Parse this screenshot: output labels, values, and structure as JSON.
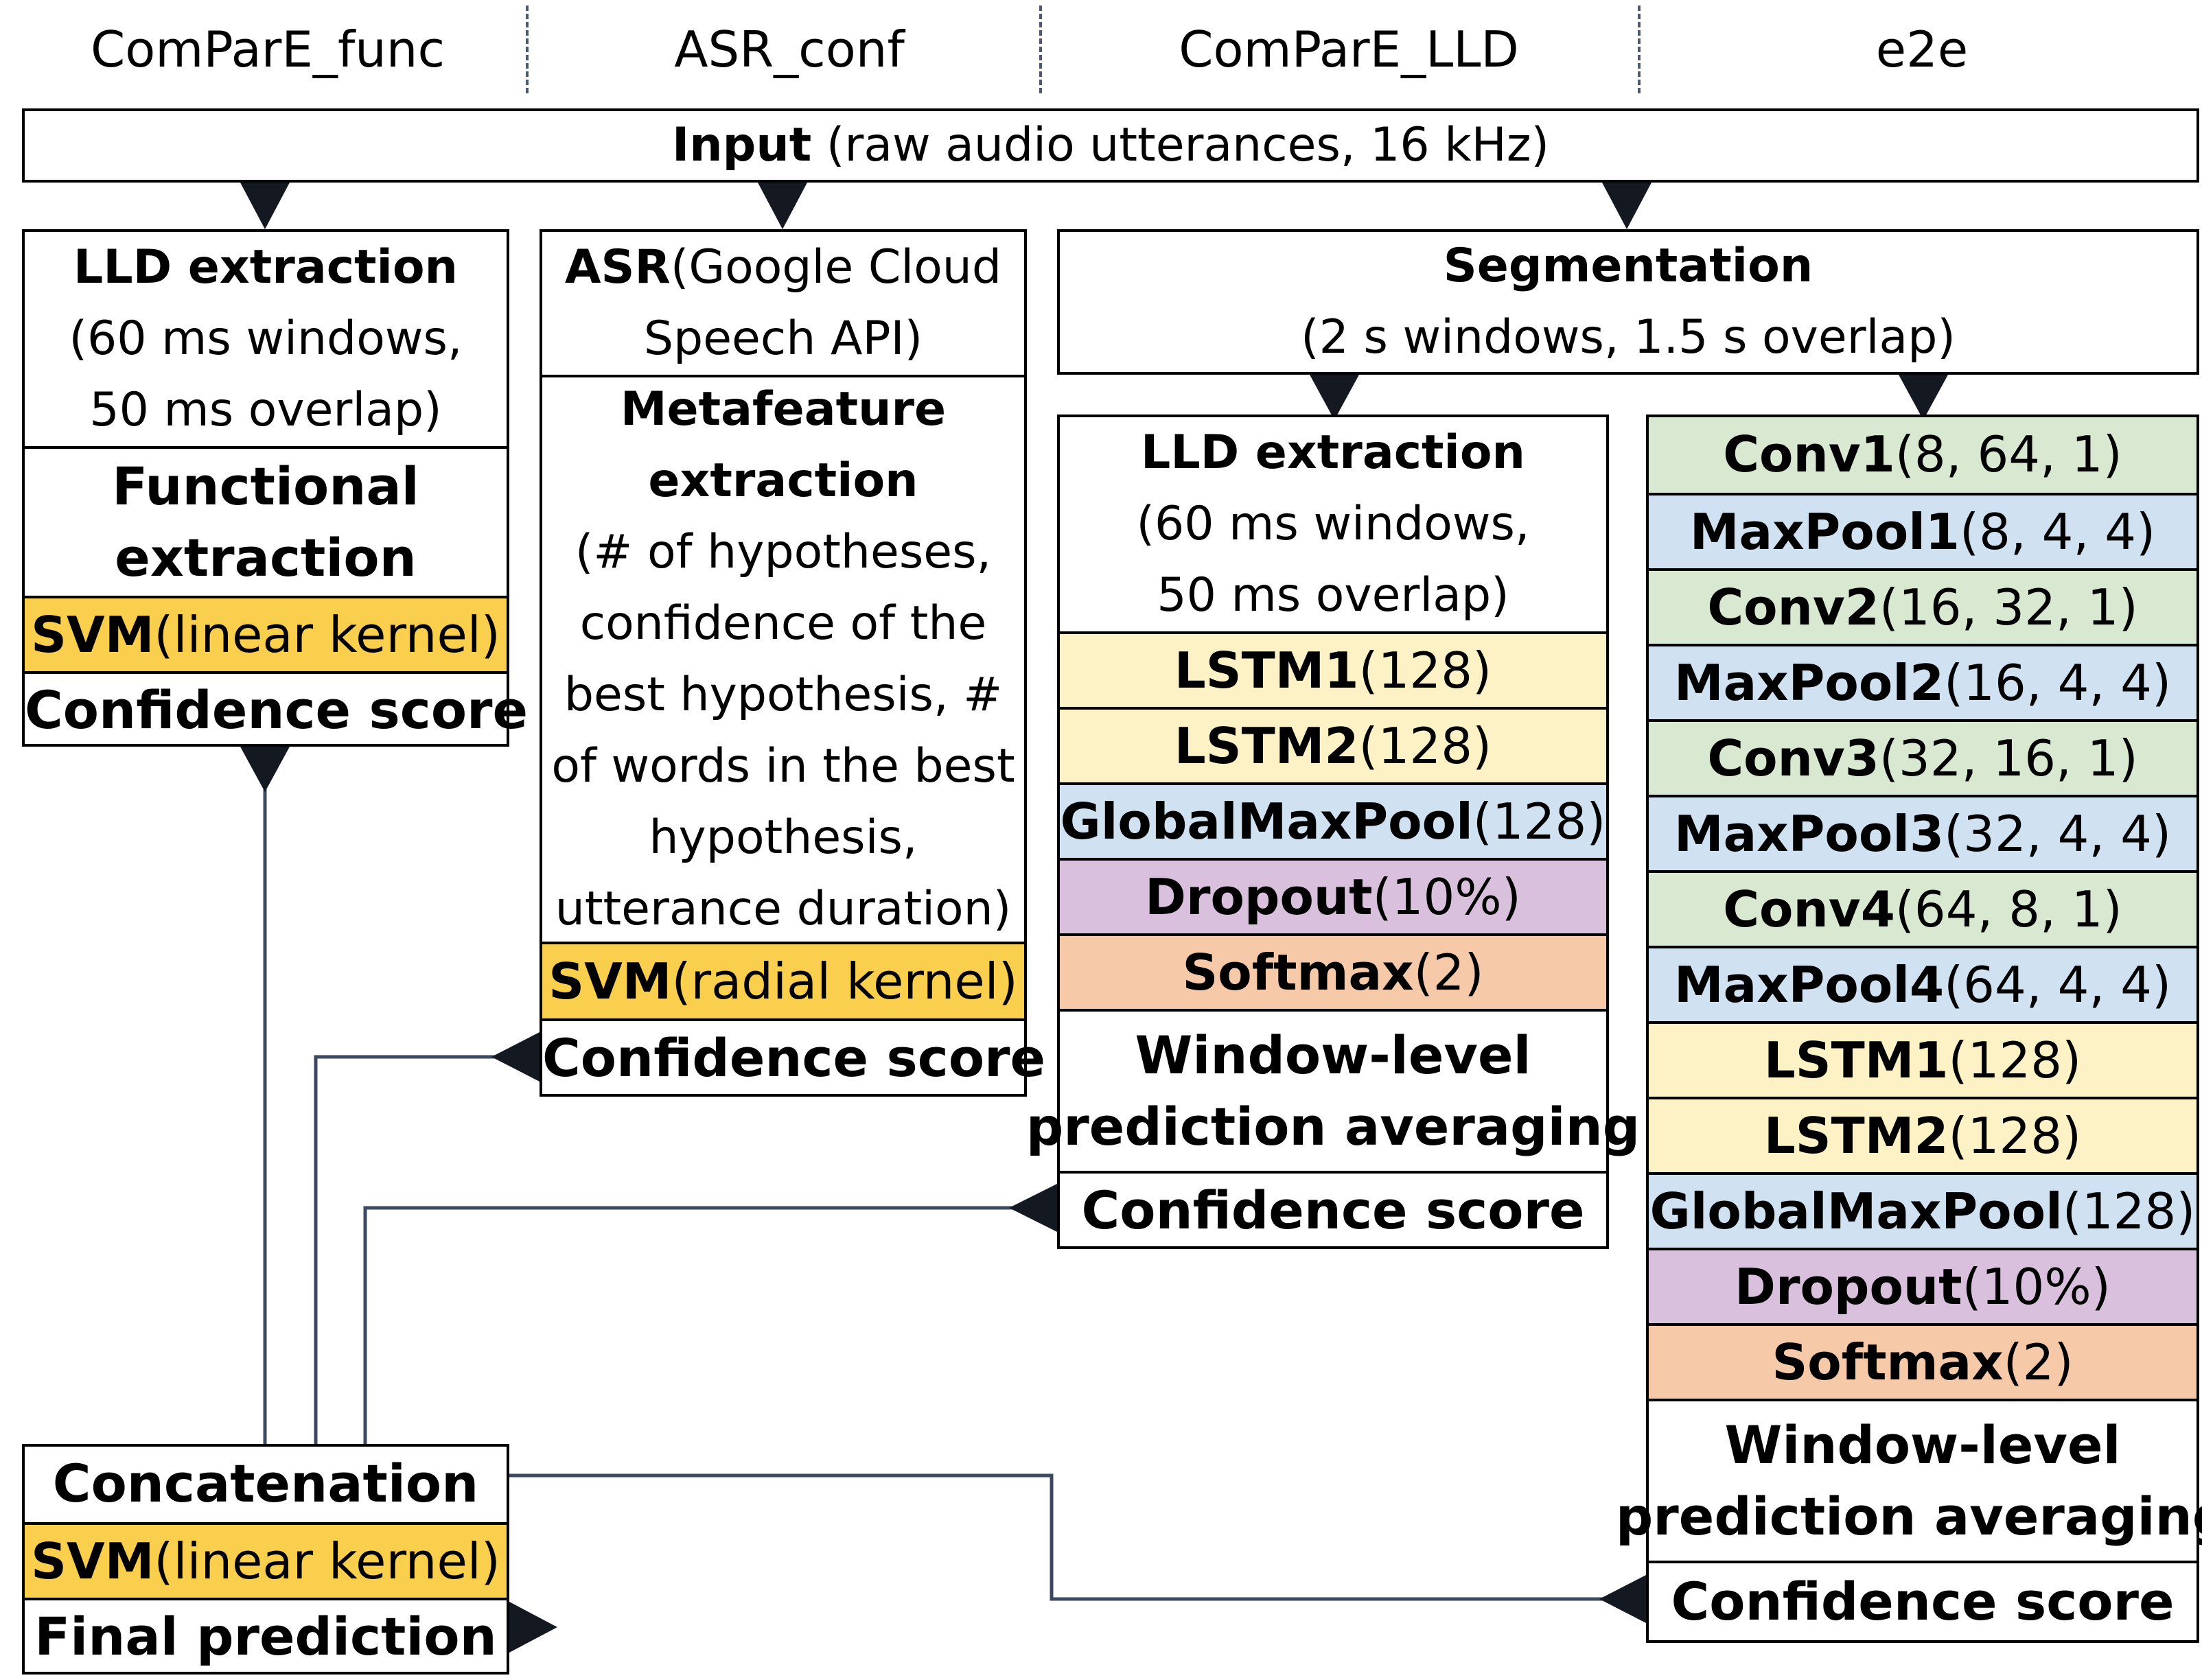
{
  "columns": {
    "func": "ComParE_func",
    "asr": "ASR_conf",
    "lld": "ComParE_LLD",
    "e2e": "e2e"
  },
  "input": {
    "bold": "Input",
    "text": " (raw audio utterances, 16 kHz)"
  },
  "func_col": {
    "lld_title": "LLD extraction",
    "lld_l2": "(60 ms windows,",
    "lld_l3": "50 ms overlap)",
    "functional_l1": "Functional",
    "functional_l2": "extraction",
    "svm_bold": "SVM",
    "svm_text": "(linear kernel)",
    "confidence": "Confidence score"
  },
  "asr_col": {
    "asr_bold": "ASR",
    "asr_text": "(Google Cloud",
    "asr_l2": "Speech API)",
    "meta_l1": "Metafeature",
    "meta_l2": "extraction",
    "meta_l3": "(# of hypotheses,",
    "meta_l4": "confidence of the",
    "meta_l5": "best hypothesis, #",
    "meta_l6": "of words in the best",
    "meta_l7": "hypothesis,",
    "meta_l8": "utterance duration)",
    "svm_bold": "SVM",
    "svm_text": "(radial kernel)",
    "confidence": "Confidence score"
  },
  "segmentation": {
    "title": "Segmentation",
    "text": "(2 s windows, 1.5 s overlap)"
  },
  "lld_col": {
    "lld_title": "LLD extraction",
    "lld_l2": "(60 ms windows,",
    "lld_l3": "50 ms overlap)",
    "layers": [
      {
        "bold": "LSTM1",
        "text": "(128)",
        "kind": "lstm"
      },
      {
        "bold": "LSTM2",
        "text": "(128)",
        "kind": "lstm"
      },
      {
        "bold": "GlobalMaxPool",
        "text": "(128)",
        "kind": "pool"
      },
      {
        "bold": "Dropout",
        "text": "(10%)",
        "kind": "drop"
      },
      {
        "bold": "Softmax",
        "text": "(2)",
        "kind": "soft"
      }
    ],
    "avg_l1": "Window-level",
    "avg_l2": "prediction averaging",
    "confidence": "Confidence score"
  },
  "e2e_col": {
    "layers": [
      {
        "bold": "Conv1",
        "text": "(8, 64, 1)",
        "kind": "conv"
      },
      {
        "bold": "MaxPool1",
        "text": "(8, 4, 4)",
        "kind": "pool"
      },
      {
        "bold": "Conv2",
        "text": "(16, 32, 1)",
        "kind": "conv"
      },
      {
        "bold": "MaxPool2",
        "text": "(16, 4, 4)",
        "kind": "pool"
      },
      {
        "bold": "Conv3",
        "text": "(32, 16, 1)",
        "kind": "conv"
      },
      {
        "bold": "MaxPool3",
        "text": "(32, 4, 4)",
        "kind": "pool"
      },
      {
        "bold": "Conv4",
        "text": "(64, 8, 1)",
        "kind": "conv"
      },
      {
        "bold": "MaxPool4",
        "text": "(64, 4, 4)",
        "kind": "pool"
      },
      {
        "bold": "LSTM1",
        "text": "(128)",
        "kind": "lstm"
      },
      {
        "bold": "LSTM2",
        "text": "(128)",
        "kind": "lstm"
      },
      {
        "bold": "GlobalMaxPool",
        "text": "(128)",
        "kind": "pool"
      },
      {
        "bold": "Dropout",
        "text": "(10%)",
        "kind": "drop"
      },
      {
        "bold": "Softmax",
        "text": "(2)",
        "kind": "soft"
      }
    ],
    "avg_l1": "Window-level",
    "avg_l2": "prediction averaging",
    "confidence": "Confidence score"
  },
  "fusion": {
    "concatenation": "Concatenation",
    "svm_bold": "SVM",
    "svm_text": "(linear kernel)",
    "final": "Final prediction"
  }
}
